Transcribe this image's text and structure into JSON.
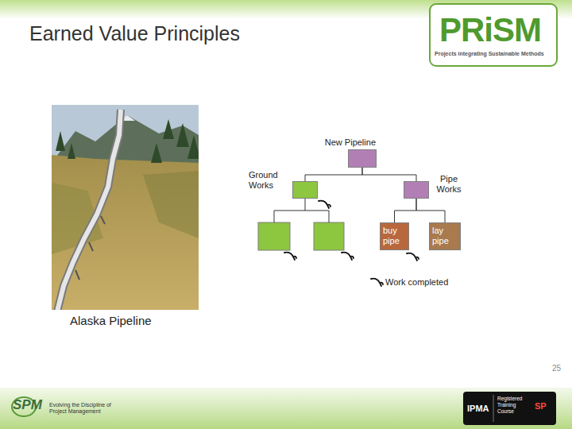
{
  "diagram": {
    "title": "Earned Value Principles",
    "caption": "Alaska Pipeline",
    "nodes": [
      {
        "text": [
          "New Pipeline"
        ]
      },
      {
        "text": [
          "Ground Works"
        ]
      },
      {
        "text": [
          "Pipe Works"
        ]
      },
      {
        "text": [
          "buy pipe"
        ]
      },
      {
        "text": [
          "lay pipe"
        ]
      }
    ],
    "edges": [
      {
        "from": 0,
        "to": 1,
        "arrow": "none"
      },
      {
        "from": 0,
        "to": 2,
        "arrow": "none"
      },
      {
        "from": 2,
        "to": 3,
        "arrow": "none"
      },
      {
        "from": 2,
        "to": 4,
        "arrow": "none"
      }
    ],
    "labels": [
      "PRiSM",
      "Projects integrating Sustainable Methods",
      "25",
      "SPM",
      "Evolving the Discipline of Project Management",
      "IPMA",
      "Registered Training Course",
      "SP"
    ],
    "legend": [
      {
        "text": "Work completed"
      }
    ]
  }
}
